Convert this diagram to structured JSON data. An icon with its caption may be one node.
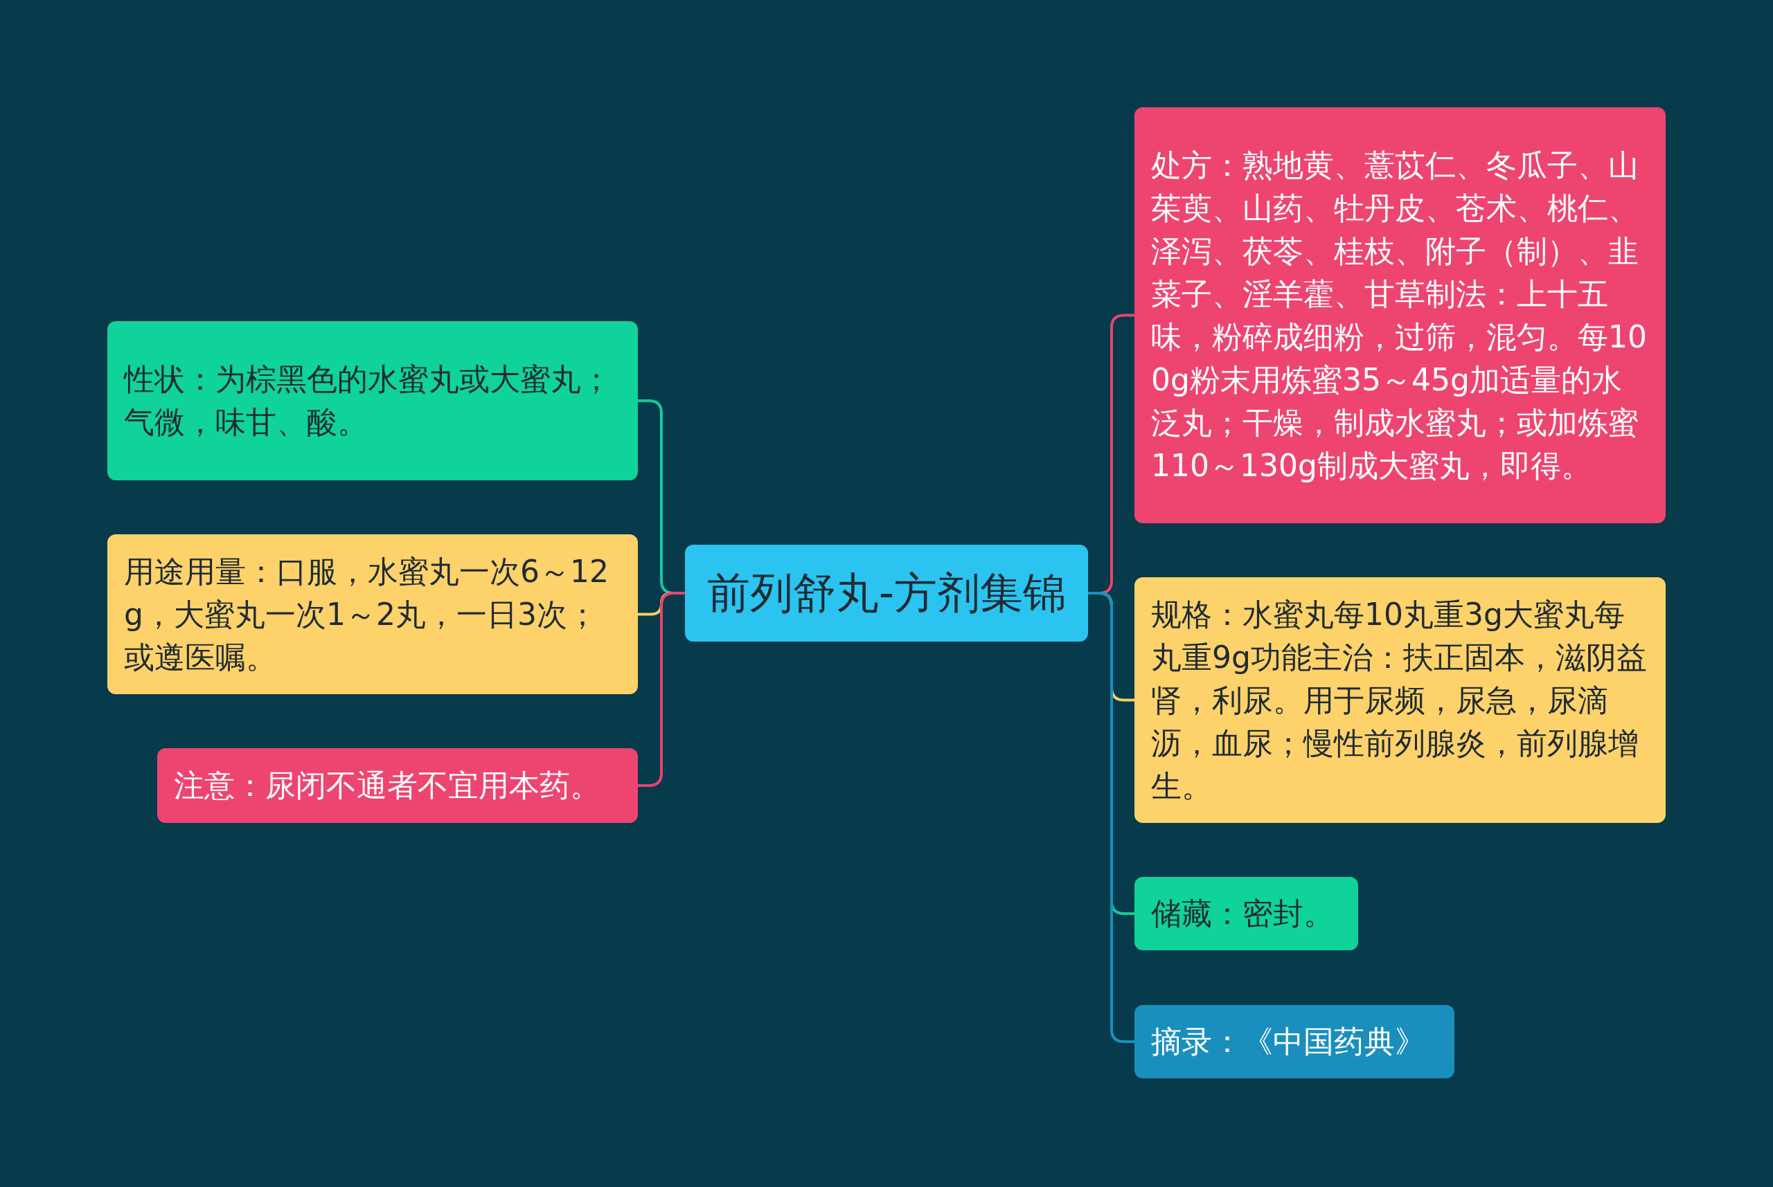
{
  "diagram": {
    "nodes": [
      {
        "text": [
          "前列舒丸-方剂集锦"
        ]
      },
      {
        "text": [
          "性状：为棕黑色的水蜜丸或大蜜丸；气微，味甘、酸。"
        ]
      },
      {
        "text": [
          "用途用量：口服，水蜜丸一次6～12g，大蜜丸一次1～2丸，一日3次；或遵医嘱。"
        ]
      },
      {
        "text": [
          "注意：尿闭不通者不宜用本药。"
        ]
      },
      {
        "text": [
          "处方：熟地黄、薏苡仁、冬瓜子、山茱萸、山药、牡丹皮、苍术、桃仁、泽泻、茯苓、桂枝、附子（制）、韭菜子、淫羊藿、甘草制法：上十五味，粉碎成细粉，过筛，混匀。每100g粉末用炼蜜35～45g加适量的水泛丸；干燥，制成水蜜丸；或加炼蜜110～130g制成大蜜丸，即得。"
        ]
      },
      {
        "text": [
          "规格：水蜜丸每10丸重3g大蜜丸每丸重9g功能主治：扶正固本，滋阴益肾，利尿。用于尿频，尿急，尿滴沥，血尿；慢性前列腺炎，前列腺增生。"
        ]
      },
      {
        "text": [
          "储藏：密封。"
        ]
      },
      {
        "text": [
          "摘录：《中国药典》"
        ]
      }
    ],
    "edges": [
      {
        "from": 0,
        "to": 1,
        "arrow": "none",
        "color": "#14c99a"
      },
      {
        "from": 0,
        "to": 2,
        "arrow": "none",
        "color": "#f5cf5f"
      },
      {
        "from": 0,
        "to": 3,
        "arrow": "none",
        "color": "#e8436e"
      },
      {
        "from": 0,
        "to": 4,
        "arrow": "none",
        "color": "#e8436e"
      },
      {
        "from": 0,
        "to": 5,
        "arrow": "none",
        "color": "#f5cf5f"
      },
      {
        "from": 0,
        "to": 6,
        "arrow": "none",
        "color": "#14c99a"
      },
      {
        "from": 0,
        "to": 7,
        "arrow": "none",
        "color": "#1a8fbd"
      }
    ]
  }
}
